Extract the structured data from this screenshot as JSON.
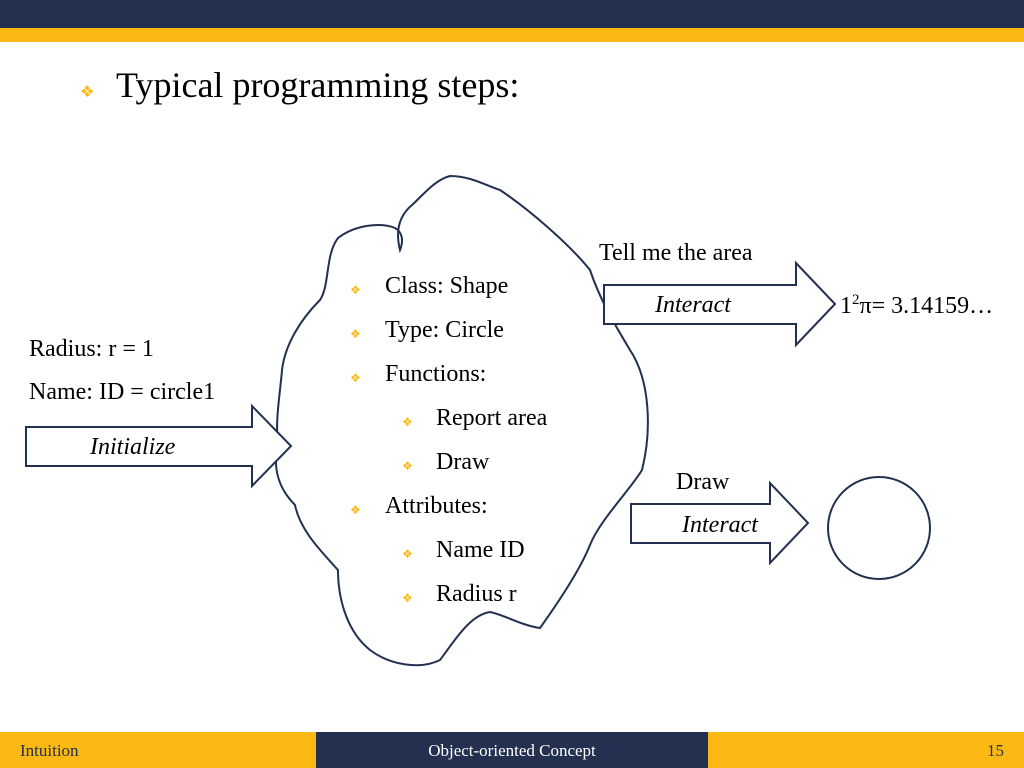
{
  "slide": {
    "title": "Typical programming steps:",
    "bullet_icon": "diamond-bullet-icon"
  },
  "left": {
    "radius_label": "Radius: r = 1",
    "name_label": "Name: ID = circle1",
    "arrow_label": "Initialize"
  },
  "cloud": {
    "items": [
      {
        "text": "Class: Shape"
      },
      {
        "text": "Type: Circle"
      },
      {
        "text": "Functions:"
      },
      {
        "text": "Report area"
      },
      {
        "text": "Draw"
      },
      {
        "text": "Attributes:"
      },
      {
        "text": "Name ID"
      },
      {
        "text": "Radius r"
      }
    ]
  },
  "right_top": {
    "label": "Tell me the area",
    "arrow_label": "Interact",
    "result_base": "1",
    "result_exp": "2",
    "result_rest": "π= 3.14159…"
  },
  "right_bottom": {
    "label": "Draw",
    "arrow_label": "Interact",
    "shape": "circle-shape"
  },
  "footer": {
    "left": "Intuition",
    "center": "Object-oriented Concept",
    "page": "15"
  },
  "colors": {
    "navy": "#233050",
    "gold": "#fdb913"
  }
}
